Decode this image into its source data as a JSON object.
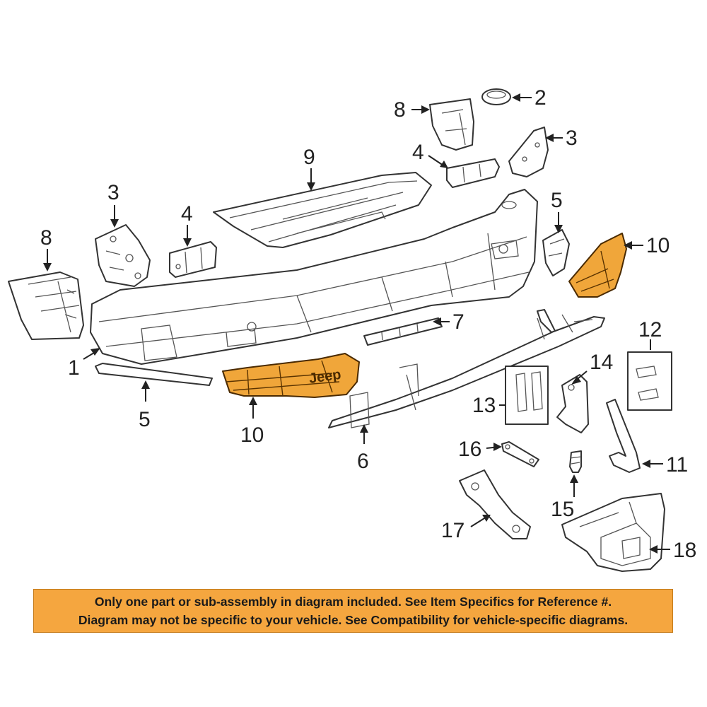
{
  "diagram": {
    "callouts": [
      {
        "id": "c1",
        "label": "1"
      },
      {
        "id": "c2",
        "label": "2"
      },
      {
        "id": "c3a",
        "label": "3"
      },
      {
        "id": "c3b",
        "label": "3"
      },
      {
        "id": "c4a",
        "label": "4"
      },
      {
        "id": "c4b",
        "label": "4"
      },
      {
        "id": "c5a",
        "label": "5"
      },
      {
        "id": "c5b",
        "label": "5"
      },
      {
        "id": "c6",
        "label": "6"
      },
      {
        "id": "c7",
        "label": "7"
      },
      {
        "id": "c8a",
        "label": "8"
      },
      {
        "id": "c8b",
        "label": "8"
      },
      {
        "id": "c9",
        "label": "9"
      },
      {
        "id": "c10a",
        "label": "10"
      },
      {
        "id": "c10b",
        "label": "10"
      },
      {
        "id": "c11",
        "label": "11"
      },
      {
        "id": "c12",
        "label": "12"
      },
      {
        "id": "c13",
        "label": "13"
      },
      {
        "id": "c14",
        "label": "14"
      },
      {
        "id": "c15",
        "label": "15"
      },
      {
        "id": "c16",
        "label": "16"
      },
      {
        "id": "c17",
        "label": "17"
      },
      {
        "id": "c18",
        "label": "18"
      }
    ],
    "highlighted_part_logo": "Jeep",
    "highlight_color": "#f0a63a",
    "notice_color": "#f5a63f"
  },
  "notice": {
    "line1": "Only one part or sub-assembly in diagram included. See Item Specifics for Reference #.",
    "line2": "Diagram may not be specific to your vehicle. See Compatibility for vehicle-specific diagrams."
  }
}
